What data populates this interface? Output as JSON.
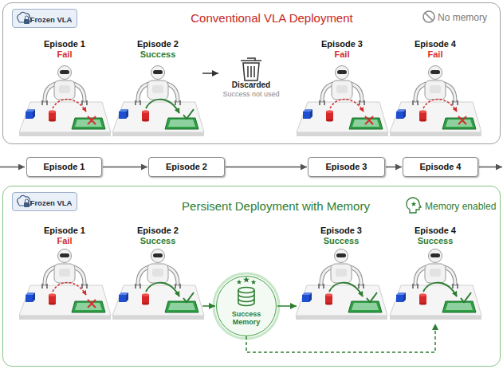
{
  "diagram": {
    "nodes": [
      {
        "text": [
          "Conventional VLA Deployment",
          "No memory"
        ]
      },
      {
        "text": [
          "Frozen VLA"
        ],
        "in": 0
      },
      {
        "text": [
          "Episode 1",
          "Fail"
        ],
        "in": 0
      },
      {
        "text": [
          "Episode 2",
          "Success"
        ],
        "in": 0
      },
      {
        "text": [
          "Discarded",
          "Success not used"
        ],
        "in": 0
      },
      {
        "text": [
          "Episode 3",
          "Fail"
        ],
        "in": 0
      },
      {
        "text": [
          "Episode 4",
          "Fail"
        ],
        "in": 0
      },
      {
        "text": [
          "Episode 1"
        ]
      },
      {
        "text": [
          "Episode 2"
        ]
      },
      {
        "text": [
          "Episode 3"
        ]
      },
      {
        "text": [
          "Episode 4"
        ]
      },
      {
        "text": [
          "Persisent Deployment with Memory",
          "Memory enabled"
        ]
      },
      {
        "text": [
          "Frozen VLA"
        ],
        "in": 11
      },
      {
        "text": [
          "Episode 1",
          "Fail"
        ],
        "in": 11
      },
      {
        "text": [
          "Episode 2",
          "Success"
        ],
        "in": 11
      },
      {
        "text": [
          "Success Memory"
        ],
        "in": 11
      },
      {
        "text": [
          "Episode 3",
          "Success"
        ],
        "in": 11
      },
      {
        "text": [
          "Episode 4",
          "Success"
        ],
        "in": 11
      }
    ],
    "edges": [
      {
        "from": 3,
        "to": 4,
        "arrow": "to"
      },
      {
        "from": 7,
        "to": 8,
        "arrow": "to"
      },
      {
        "from": 8,
        "to": 9,
        "arrow": "to"
      },
      {
        "from": 9,
        "to": 10,
        "arrow": "to"
      },
      {
        "from": 14,
        "to": 15,
        "arrow": "to"
      },
      {
        "from": 15,
        "to": 16,
        "arrow": "to"
      },
      {
        "from": 15,
        "to": 17,
        "arrow": "to"
      }
    ]
  }
}
